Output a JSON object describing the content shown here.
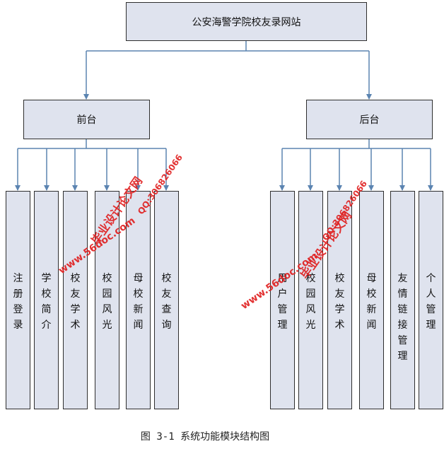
{
  "root": {
    "label": "公安海警学院校友录网站"
  },
  "front": {
    "label": "前台",
    "modules": [
      {
        "label": "注册登录"
      },
      {
        "label": "学校简介"
      },
      {
        "label": "校友学术"
      },
      {
        "label": "校园风光"
      },
      {
        "label": "母校新闻"
      },
      {
        "label": "校友查询"
      }
    ]
  },
  "back": {
    "label": "后台",
    "modules": [
      {
        "label": "用户管理"
      },
      {
        "label": "校园风光"
      },
      {
        "label": "校友学术"
      },
      {
        "label": "母校新闻"
      },
      {
        "label": "友情链接管理"
      },
      {
        "label": "个人管理"
      }
    ]
  },
  "watermarks": {
    "site_cn": "毕业设计论文网",
    "qq": "QQ:306826066",
    "url": "www.56doc.com"
  },
  "caption": "图 3-1 系统功能模块结构图",
  "colors": {
    "box_fill": "#dfe3ee",
    "connector": "#5b84b1",
    "watermark": "#e02020"
  }
}
